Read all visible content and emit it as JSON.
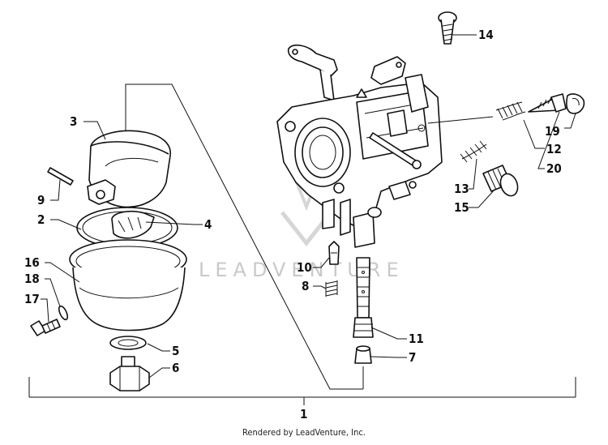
{
  "watermark": {
    "text": "LEADVENTURE"
  },
  "footer": {
    "credit": "Rendered by LeadVenture, Inc."
  },
  "callouts": {
    "c1": "1",
    "c2": "2",
    "c3": "3",
    "c4": "4",
    "c5": "5",
    "c6": "6",
    "c7": "7",
    "c8": "8",
    "c9": "9",
    "c10": "10",
    "c11": "11",
    "c12": "12",
    "c13": "13",
    "c14": "14",
    "c15": "15",
    "c16": "16",
    "c17": "17",
    "c18": "18",
    "c19": "19",
    "c20": "20"
  }
}
